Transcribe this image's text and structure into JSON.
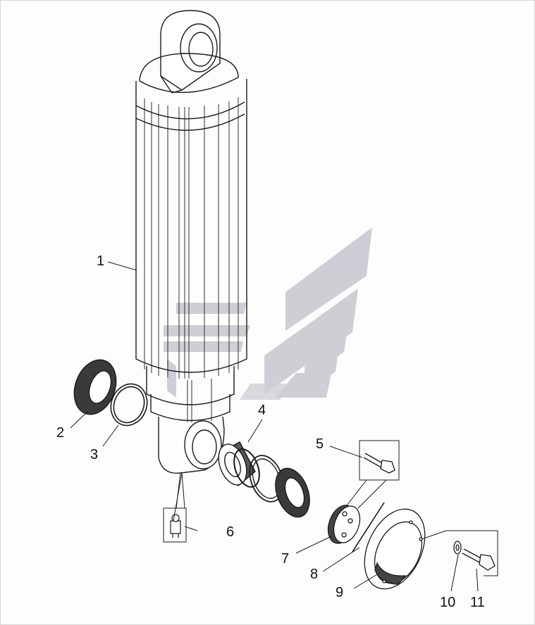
{
  "callouts": [
    {
      "id": "1",
      "label": "1"
    },
    {
      "id": "2",
      "label": "2"
    },
    {
      "id": "3",
      "label": "3"
    },
    {
      "id": "4",
      "label": "4"
    },
    {
      "id": "5",
      "label": "5"
    },
    {
      "id": "6",
      "label": "6"
    },
    {
      "id": "7",
      "label": "7"
    },
    {
      "id": "8",
      "label": "8"
    },
    {
      "id": "9",
      "label": "9"
    },
    {
      "id": "10",
      "label": "10"
    },
    {
      "id": "11",
      "label": "11"
    }
  ],
  "colors": {
    "line": "#1a1a1a",
    "watermark": "#c9c9d1",
    "paper": "#fdfdfd"
  },
  "icons": {
    "watermark": "brand-logo-watermark"
  }
}
